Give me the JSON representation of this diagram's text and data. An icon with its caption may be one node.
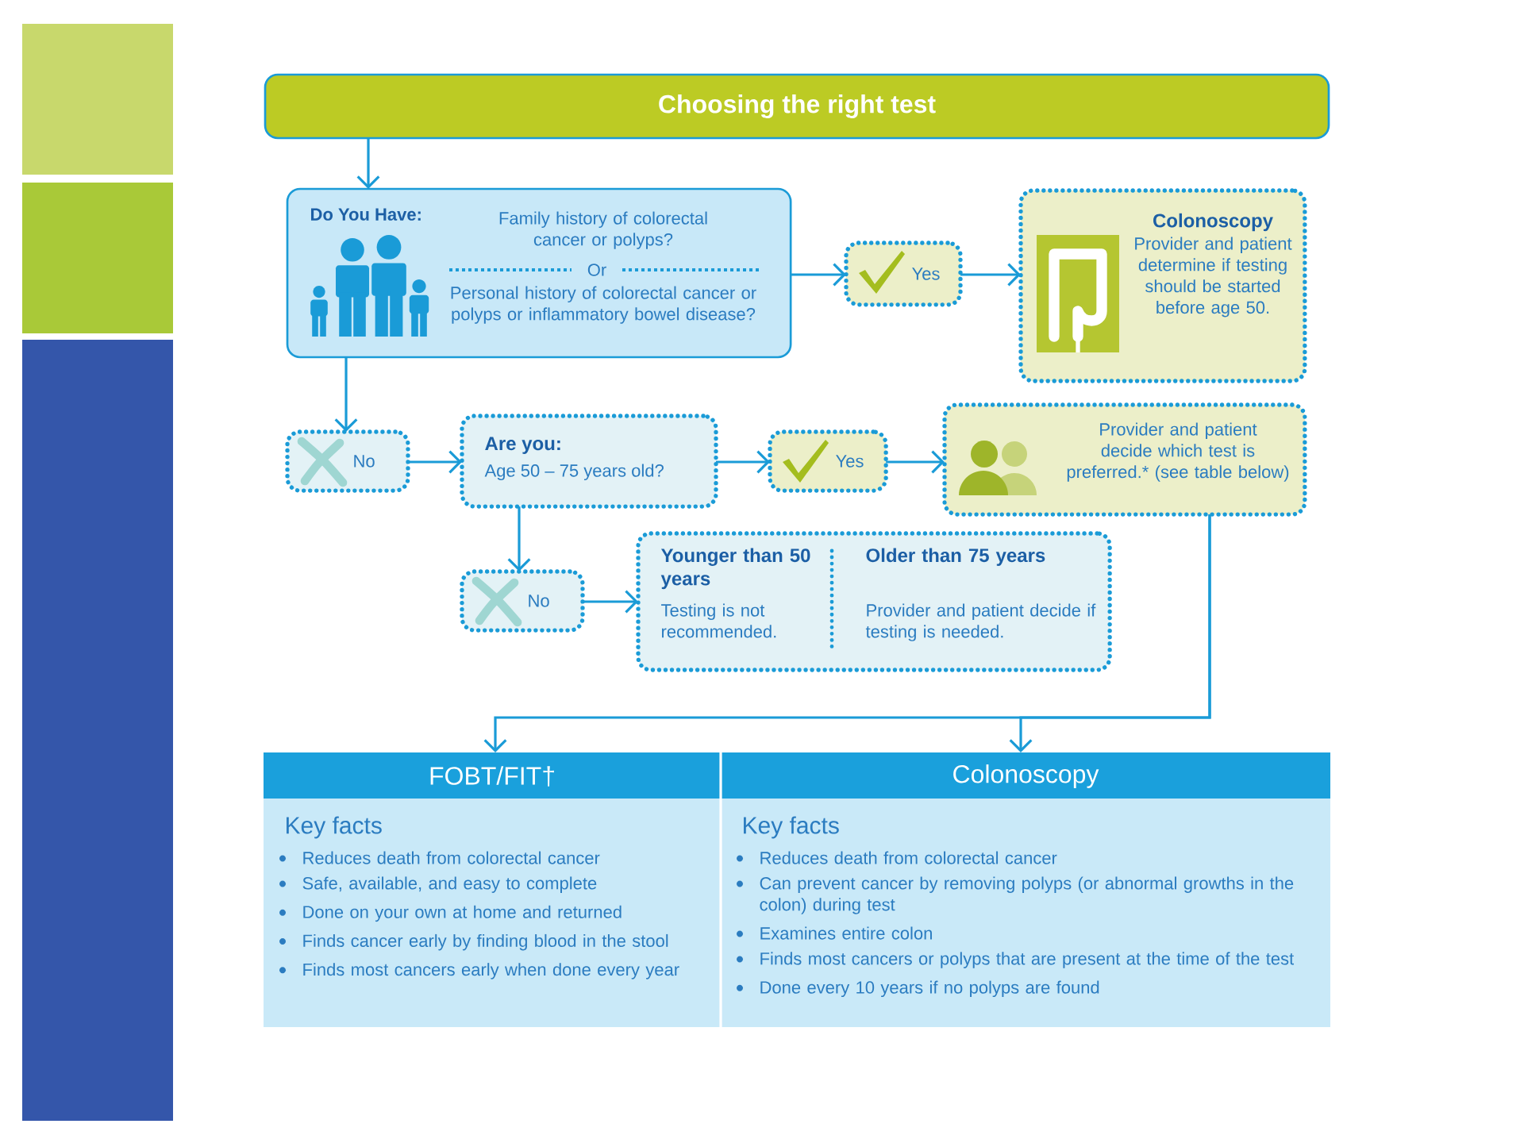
{
  "diagram": {
    "nodes": [
      {
        "text": [
          "Choosing the right test"
        ]
      },
      {
        "text": [
          "Do You Have:",
          "Family history of colorectal cancer or polyps?",
          "Or",
          "Personal history of colorectal cancer or polyps or inflammatory bowel disease?"
        ]
      },
      {
        "text": [
          "Yes"
        ]
      },
      {
        "text": [
          "Colonoscopy",
          "Provider and patient determine if testing should be started before age 50."
        ]
      },
      {
        "text": [
          "No"
        ]
      },
      {
        "text": [
          "Are you:",
          "Age 50 – 75 years old?"
        ]
      },
      {
        "text": [
          "Yes"
        ]
      },
      {
        "text": [
          "Provider and patient decide which test is preferred.* (see table below)"
        ]
      },
      {
        "text": [
          "No"
        ]
      },
      {
        "text": [
          "Younger than 50 years",
          "Testing is not recommended.",
          "Older than 75 years",
          "Provider and patient decide if testing is needed."
        ]
      },
      {
        "text": [
          "FOBT/FIT†",
          "Key facts",
          "Reduces death from colorectal cancer",
          "Safe, available, and easy to complete",
          "Done on your own at home and returned",
          "Finds cancer early by finding blood in the stool",
          "Finds most cancers early when done every year"
        ]
      },
      {
        "text": [
          "Colonoscopy",
          "Key facts",
          "Reduces death from colorectal cancer",
          "Can prevent cancer by removing polyps (or abnormal growths in the colon) during test",
          "Examines entire colon",
          "Finds most cancers or polyps that are present at the time of the test",
          "Done every 10 years if no polyps are found"
        ]
      }
    ],
    "edges": [
      {
        "from": 0,
        "to": 1,
        "arrow": "to"
      },
      {
        "from": 1,
        "to": 2,
        "arrow": "to"
      },
      {
        "from": 2,
        "to": 3,
        "arrow": "to"
      },
      {
        "from": 1,
        "to": 4,
        "arrow": "to"
      },
      {
        "from": 4,
        "to": 5,
        "arrow": "to"
      },
      {
        "from": 5,
        "to": 6,
        "arrow": "to"
      },
      {
        "from": 6,
        "to": 7,
        "arrow": "to"
      },
      {
        "from": 5,
        "to": 8,
        "arrow": "to"
      },
      {
        "from": 8,
        "to": 9,
        "arrow": "to"
      },
      {
        "from": 7,
        "to": 10,
        "arrow": "to"
      },
      {
        "from": 7,
        "to": 11,
        "arrow": "to"
      }
    ]
  }
}
